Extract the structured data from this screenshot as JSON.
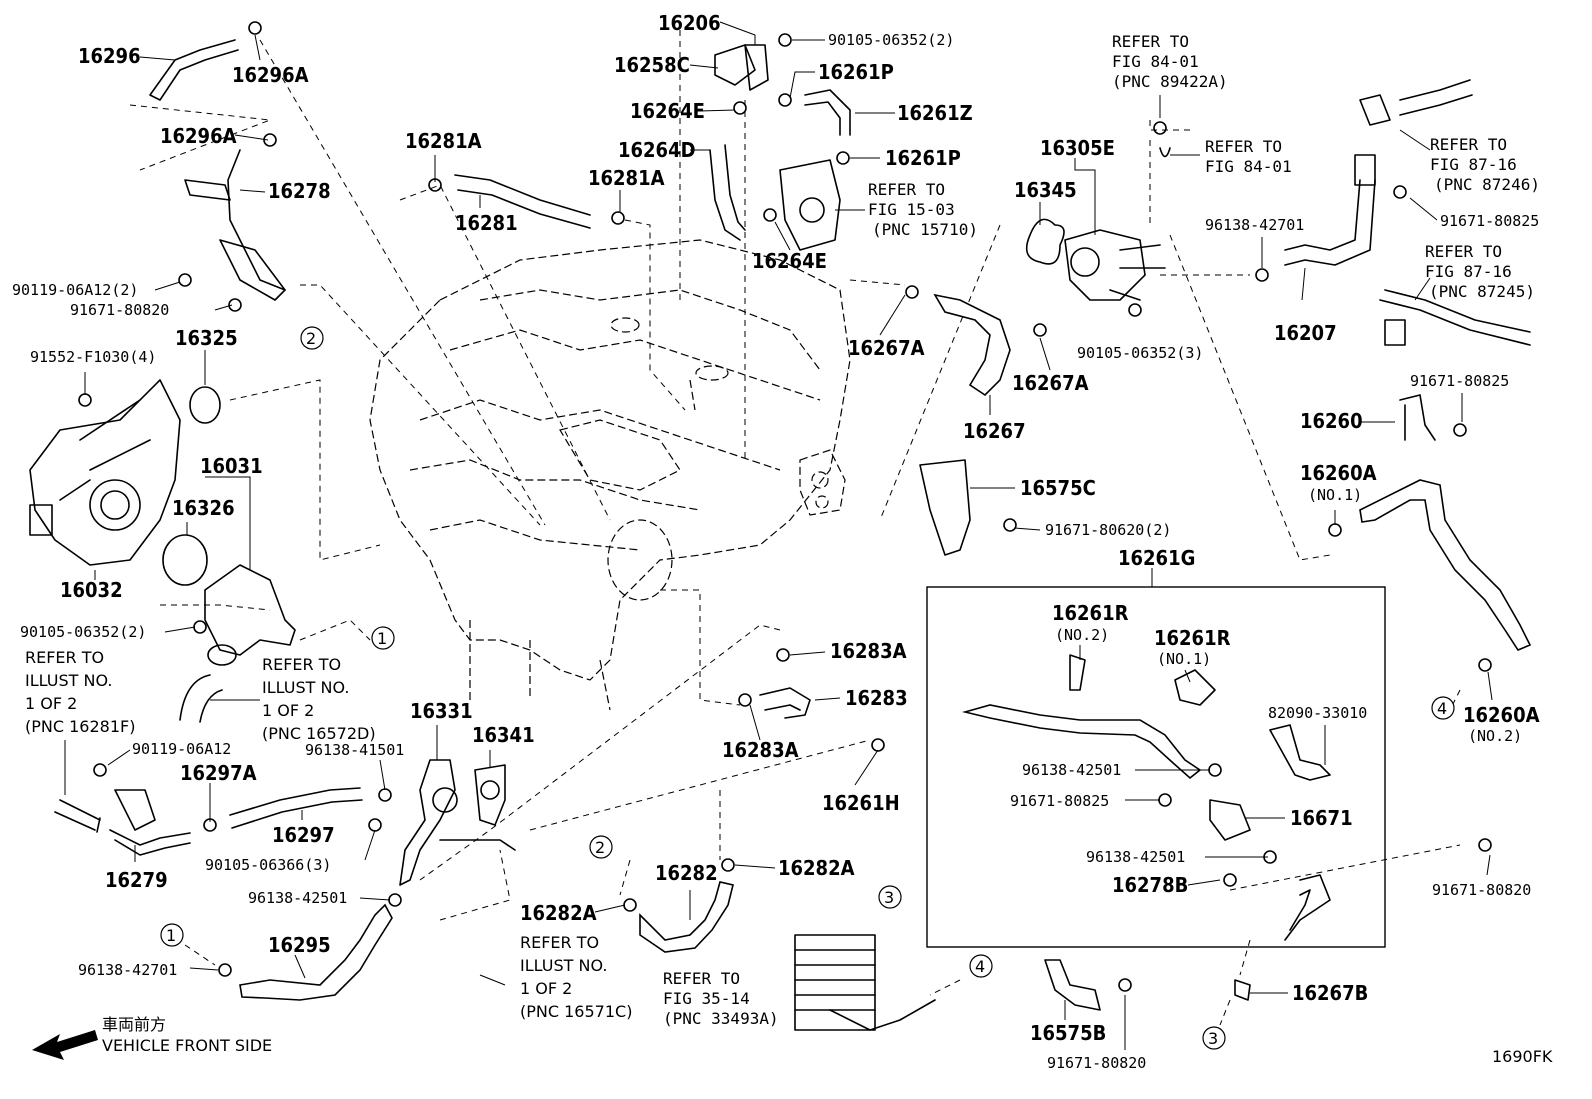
{
  "labels": {
    "p16296": "16296",
    "p16296A_1": "16296A",
    "p16296A_2": "16296A",
    "p16278": "16278",
    "b90119_06A12_2": "90119-06A12(2)",
    "b91671_80820_a": "91671-80820",
    "b91552_F1030_4": "91552-F1030(4)",
    "p16325": "16325",
    "p16031": "16031",
    "p16326": "16326",
    "p16032": "16032",
    "b90105_06352_2a": "90105-06352(2)",
    "b90119_06A12": "90119-06A12",
    "p16297A": "16297A",
    "p16297": "16297",
    "p16279": "16279",
    "p16331": "16331",
    "c96138_41501": "96138-41501",
    "p16341": "16341",
    "b90105_06366_3": "90105-06366(3)",
    "c96138_42501_a": "96138-42501",
    "p16295": "16295",
    "c96138_42701_a": "96138-42701",
    "p16281A_1": "16281A",
    "p16281": "16281",
    "p16281A_2": "16281A",
    "p16206": "16206",
    "p16258C": "16258C",
    "p16264E_1": "16264E",
    "p16264D": "16264D",
    "p16264E_2": "16264E",
    "b90105_06352_2b": "90105-06352(2)",
    "p16261P_1": "16261P",
    "p16261Z": "16261Z",
    "p16261P_2": "16261P",
    "p16305E": "16305E",
    "p16345": "16345",
    "p16267A_1": "16267A",
    "p16267A_2": "16267A",
    "p16267": "16267",
    "b90105_06352_3": "90105-06352(3)",
    "c96138_42701_b": "96138-42701",
    "p16207": "16207",
    "b91671_80825_a": "91671-80825",
    "b91671_80825_b": "91671-80825",
    "p16260": "16260",
    "p16260A_1": "16260A",
    "p16260A_2": "16260A",
    "p16575C": "16575C",
    "b91671_80620_2": "91671-80620(2)",
    "p16261G": "16261G",
    "p16261R_2": "16261R",
    "p16261R_1": "16261R",
    "w82090_33010": "82090-33010",
    "c96138_42501_b": "96138-42501",
    "b91671_80825_c": "91671-80825",
    "p16671": "16671",
    "c96138_42501_c": "96138-42501",
    "p16278B": "16278B",
    "b91671_80820_b": "91671-80820",
    "p16283A_1": "16283A",
    "p16283": "16283",
    "p16283A_2": "16283A",
    "p16261H": "16261H",
    "p16282": "16282",
    "p16282A_1": "16282A",
    "p16282A_2": "16282A",
    "p16575B": "16575B",
    "b91671_80820_c": "91671-80820",
    "p16267B": "16267B"
  },
  "qualifiers": {
    "no1_a": "(NO.1)",
    "no2_a": "(NO.2)",
    "no2_b": "(NO.2)",
    "no1_b": "(NO.1)"
  },
  "references": {
    "fig8401_a": [
      "REFER TO",
      "FIG 84-01",
      "(PNC 89422A)"
    ],
    "fig8401_b": [
      "REFER TO",
      "FIG 84-01"
    ],
    "fig8716_a": [
      "REFER TO",
      "FIG 87-16",
      "(PNC 87246)"
    ],
    "fig8716_b": [
      "REFER TO",
      "FIG 87-16",
      "(PNC 87245)"
    ],
    "fig1503": [
      "REFER TO",
      "FIG 15-03",
      "(PNC 15710)"
    ],
    "fig3514": [
      "REFER TO",
      "FIG 35-14",
      "(PNC 33493A)"
    ],
    "illust_16281F": [
      "REFER TO",
      "ILLUST NO.",
      "1 OF 2",
      "(PNC 16281F)"
    ],
    "illust_16572D": [
      "REFER TO",
      "ILLUST NO.",
      "1 OF 2",
      "(PNC 16572D)"
    ],
    "illust_16571C": [
      "REFER TO",
      "ILLUST NO.",
      "1 OF 2",
      "(PNC 16571C)"
    ]
  },
  "callouts": [
    "1",
    "1",
    "2",
    "2",
    "3",
    "3",
    "4",
    "4"
  ],
  "direction": {
    "japanese": "車両前方",
    "english": "VEHICLE FRONT SIDE"
  },
  "figure_code": "1690FK"
}
